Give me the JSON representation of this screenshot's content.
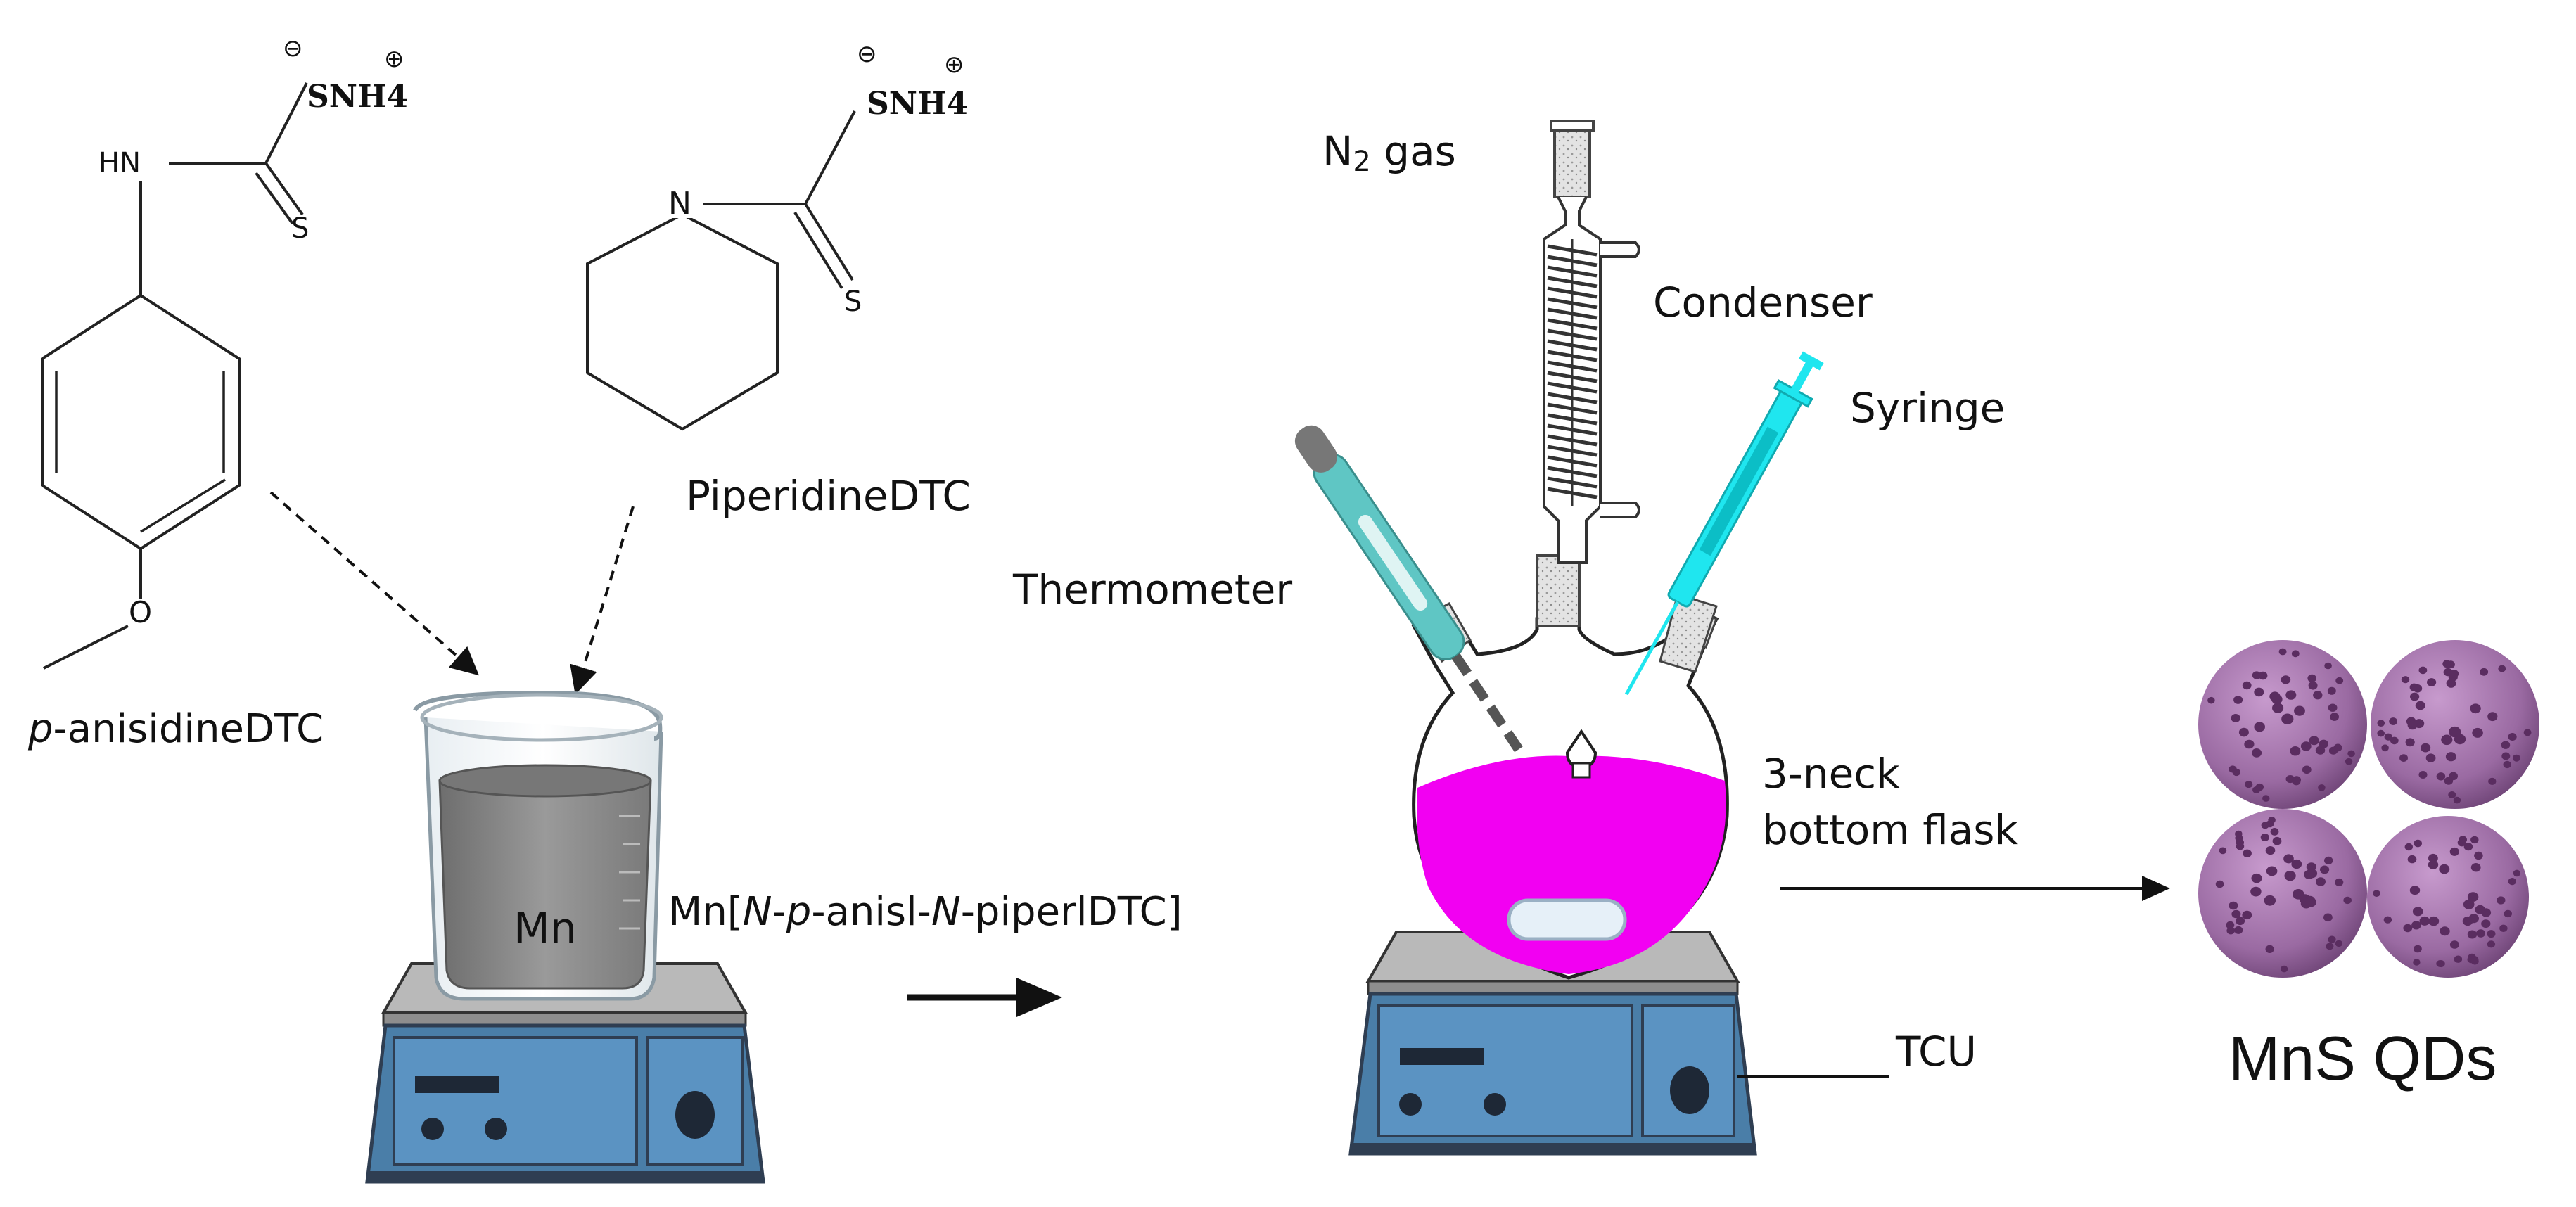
{
  "molecules": {
    "anisidine": {
      "amine_label": "HN",
      "sulfur_label": "S",
      "ammonium_label": "SNH4",
      "minus_sign": "⊖",
      "plus_sign": "⊕",
      "oxygen_label": "O",
      "name_prefix": "p",
      "name_rest": "-anisidineDTC"
    },
    "piperidine": {
      "nitrogen_label": "N",
      "sulfur_label": "S",
      "ammonium_label": "SNH4",
      "minus_sign": "⊖",
      "plus_sign": "⊕",
      "name": "PiperidineDTC"
    }
  },
  "beaker": {
    "content_label": "Mn"
  },
  "complex": {
    "p1": "Mn[",
    "p2": "N",
    "p3": "-",
    "p4": "p",
    "p5": "-anisl-",
    "p6": "N",
    "p7": "-piperlDTC]"
  },
  "apparatus": {
    "gas_label": "N",
    "gas_subscript": "2",
    "gas_rest": " gas",
    "condenser_label": "Condenser",
    "syringe_label": "Syringe",
    "thermometer_label": "Thermometer",
    "flask_label_line1": "3-neck",
    "flask_label_line2": "bottom flask",
    "tcu_label": "TCU"
  },
  "product": {
    "label": "MnS QDs"
  },
  "colors": {
    "solution": "#f200f2",
    "quantum_dot": "#a070a8",
    "quantum_dot_pits": "#5a2d60",
    "syringe": "#1fe6ef",
    "thermometer": "#5fc6c4",
    "stirrer_body": "#4a7ea8",
    "stirrer_dark": "#2f3e52",
    "beaker_liquid": "#8a8a8a"
  }
}
